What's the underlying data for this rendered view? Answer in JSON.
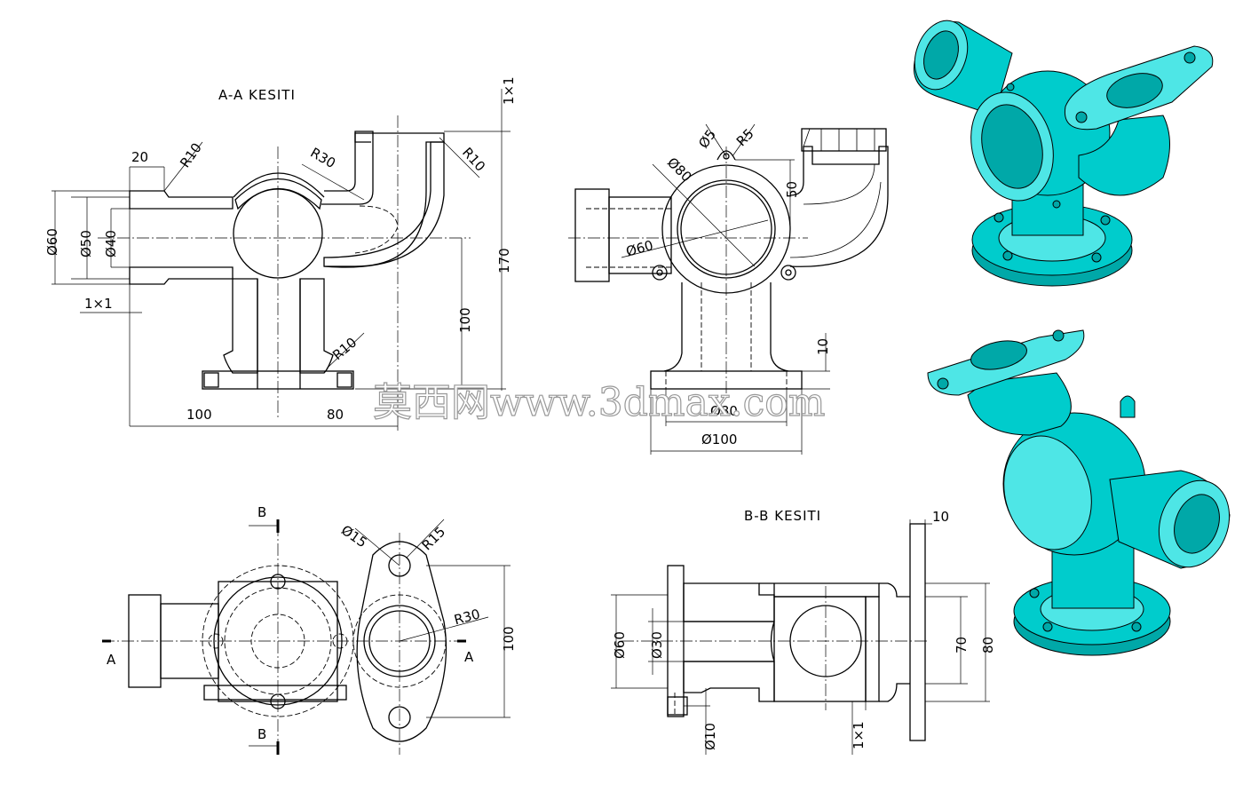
{
  "views": {
    "section_aa_title": "A-A KESITI",
    "section_bb_title": "B-B KESITI",
    "cut_labels": [
      "A",
      "A",
      "B",
      "B"
    ]
  },
  "dims_section_aa": {
    "d20": "20",
    "r10_a": "R10",
    "r30": "R30",
    "r10_b": "R10",
    "c1x1_top": "1×1",
    "phi60": "Ø60",
    "phi50": "Ø50",
    "phi40": "Ø40",
    "c1x1_left": "1×1",
    "d100_v": "100",
    "d170": "170",
    "r10_c": "R10",
    "d100_h": "100",
    "d80": "80"
  },
  "dims_front": {
    "phi5": "Ø5",
    "r5": "R5",
    "phi80": "Ø80",
    "d50": "50",
    "phi60": "Ø60",
    "d10": "10",
    "phi80_base": "Ø80",
    "phi100": "Ø100"
  },
  "dims_top": {
    "phi15": "Ø15",
    "r15": "R15",
    "r30": "R30",
    "d100": "100"
  },
  "dims_section_bb": {
    "d10_top": "10",
    "phi60": "Ø60",
    "phi30": "Ø30",
    "d70": "70",
    "d80": "80",
    "phi10": "Ø10",
    "c1x1": "1×1"
  },
  "watermark": "莫西网www.3dmax.com",
  "colors": {
    "model": "#00cccc",
    "model_dark": "#00a8a8",
    "model_light": "#4ee6e6",
    "ink": "#000000"
  }
}
